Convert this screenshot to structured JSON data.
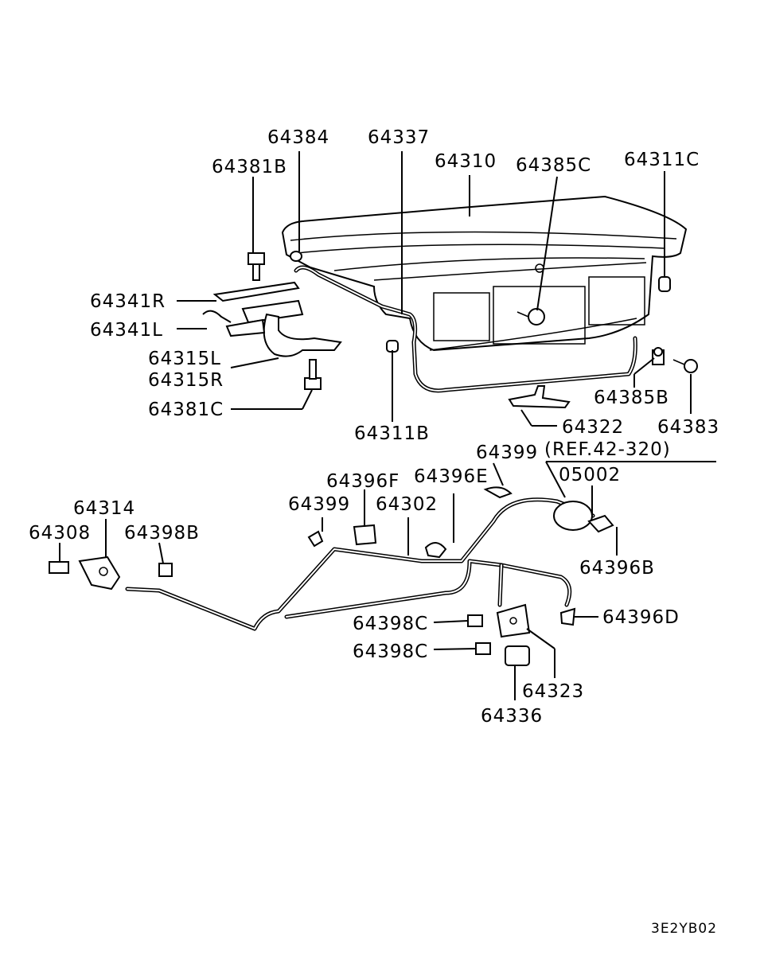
{
  "labels": {
    "p64384": "64384",
    "p64337": "64337",
    "p64381B": "64381B",
    "p64310": "64310",
    "p64385C": "64385C",
    "p64311C": "64311C",
    "p64341R": "64341R",
    "p64341L": "64341L",
    "p64315L": "64315L",
    "p64315R": "64315R",
    "p64381C": "64381C",
    "p64311B": "64311B",
    "p64385B": "64385B",
    "p64383": "64383",
    "p64322": "64322",
    "ref": "(REF.42-320)",
    "p64399a": "64399",
    "p05002": "05002",
    "p64396F": "64396F",
    "p64396E": "64396E",
    "p64314": "64314",
    "p64399b": "64399",
    "p64302": "64302",
    "p64308": "64308",
    "p64398B": "64398B",
    "p64396B": "64396B",
    "p64398Ca": "64398C",
    "p64396D": "64396D",
    "p64398Cb": "64398C",
    "p64323": "64323",
    "p64336": "64336"
  },
  "diagram_code": "3E2YB02"
}
